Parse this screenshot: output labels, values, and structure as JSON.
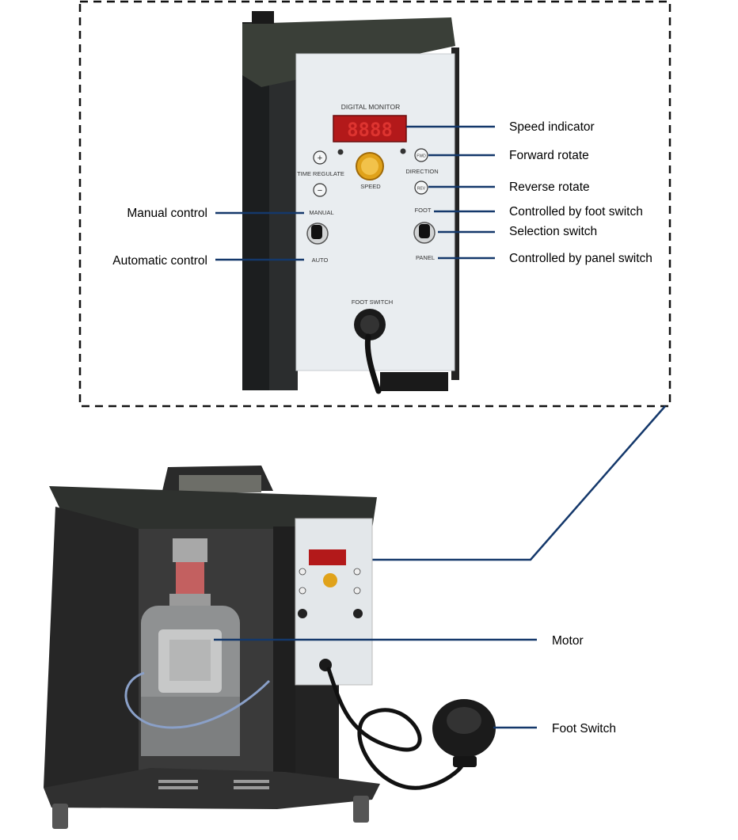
{
  "colors": {
    "leader_line": "#14386b",
    "frame": "#222222",
    "panel": "#e9edf0",
    "display": "#c81d1d",
    "knob": "#e0a21a"
  },
  "callouts": {
    "speed_indicator": "Speed indicator",
    "forward_rotate": "Forward rotate",
    "reverse_rotate": "Reverse rotate",
    "foot_switch_control": "Controlled by foot switch",
    "selection_switch": "Selection switch",
    "panel_switch_control": "Controlled by panel switch",
    "manual_control": "Manual control",
    "automatic_control": "Automatic control",
    "motor": "Motor",
    "foot_switch": "Foot Switch"
  },
  "panel_labels": {
    "digital_monitor": "DIGITAL MONITOR",
    "time_regulate": "TIME REGULATE",
    "speed": "SPEED",
    "direction": "DIRECTION",
    "fwd": "FWD",
    "rev": "REV",
    "manual": "MANUAL",
    "auto": "AUTO",
    "foot": "FOOT",
    "panel": "PANEL",
    "foot_switch": "FOOT SWITCH",
    "plus": "+",
    "minus": "−",
    "display_digits": "8888"
  }
}
